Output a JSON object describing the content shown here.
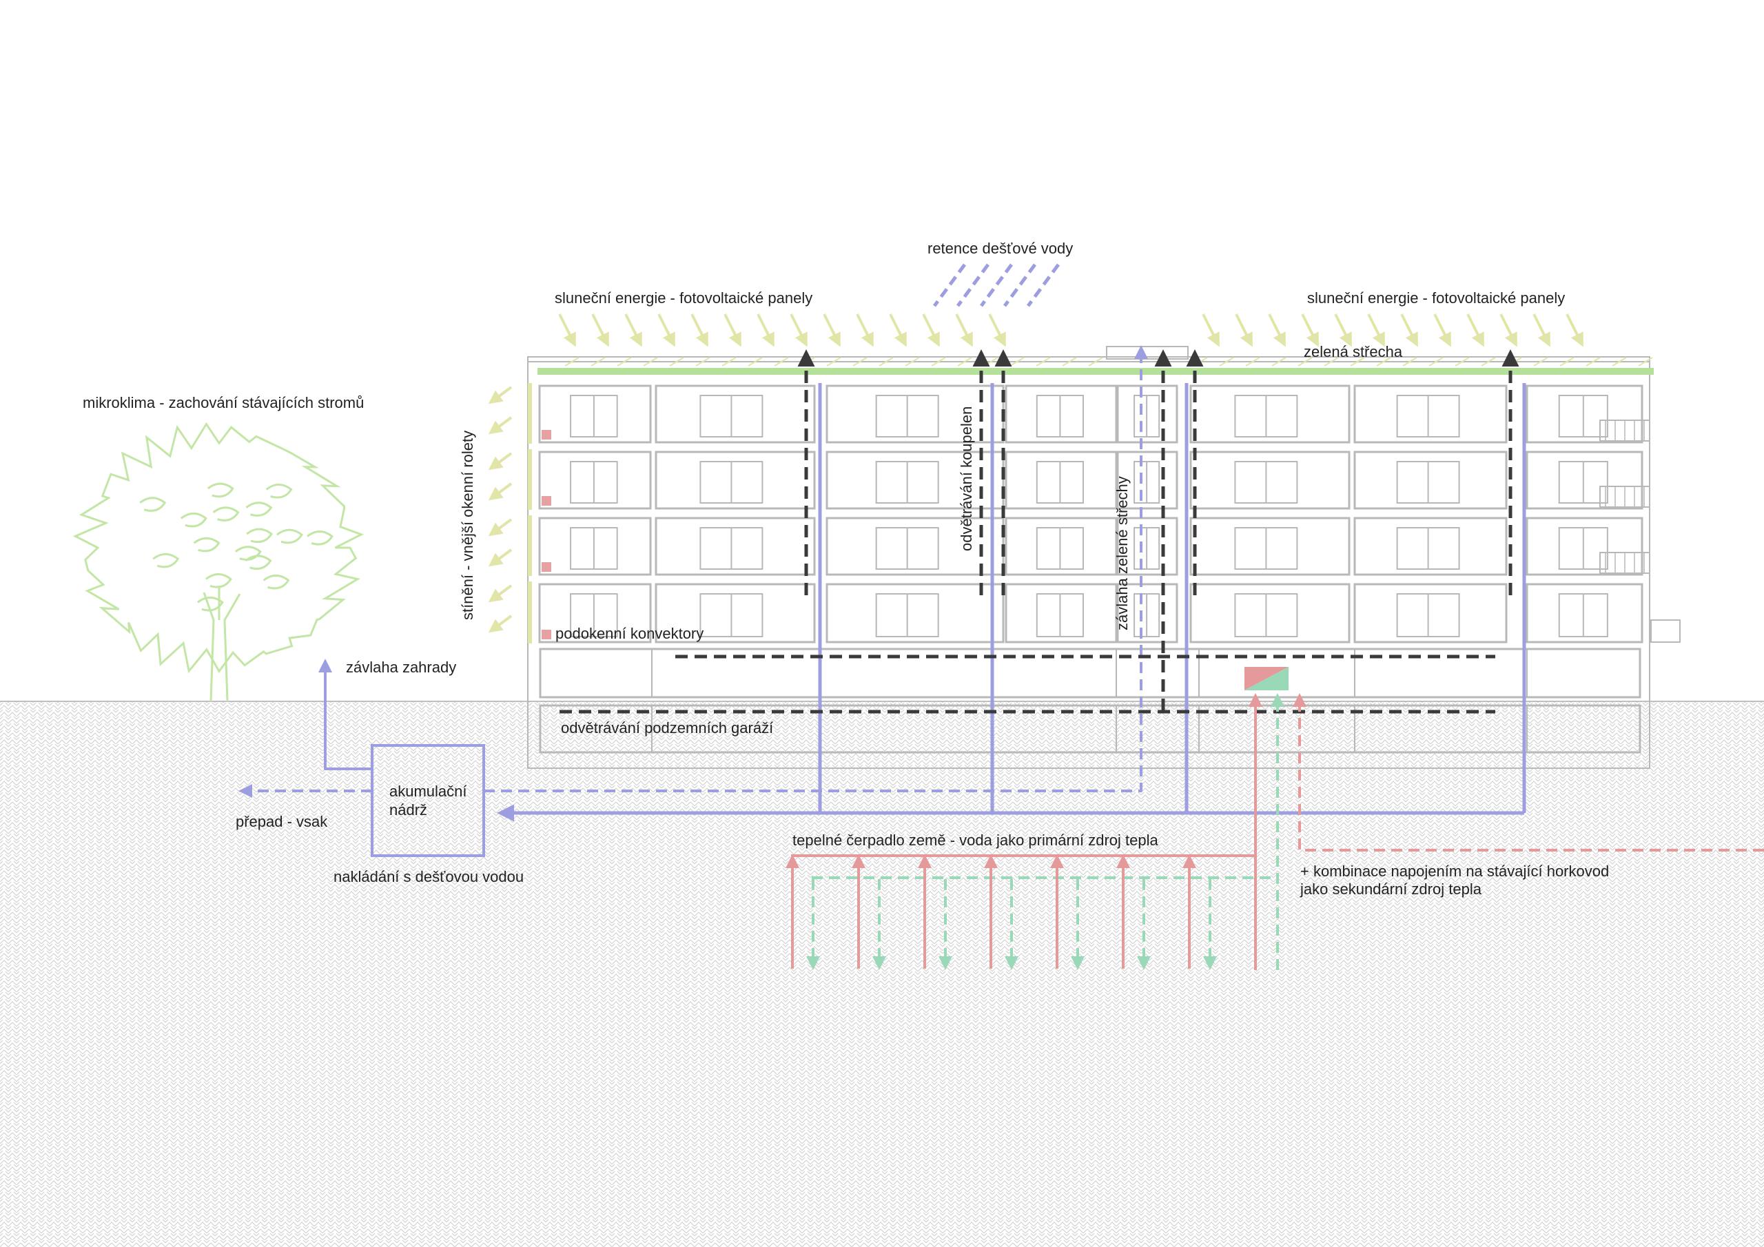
{
  "colors": {
    "structure": "#b8b8b8",
    "ground_hatch": "#cfcfcf",
    "green": "#c3e6a6",
    "green_roof": "#b5e09a",
    "solar": "#e1e6a8",
    "water": "#9d9ee0",
    "exhaust": "#3a3a3a",
    "heat": "#e49a9a",
    "return": "#9ad9b7",
    "convector": "#e6a1a1"
  },
  "labels": {
    "rain_retention": "retence dešťové vody",
    "solar_left": "sluneční energie - fotovoltaické panely",
    "solar_right": "sluneční energie - fotovoltaické panely",
    "green_roof": "zelená střecha",
    "microclimate": "mikroklima - zachování stávajících stromů",
    "shading": "stínění - vnější okenní rolety",
    "bathroom_vent": "odvětrávání koupelen",
    "roof_irrigation": "závlaha zelené střechy",
    "convectors": "podokenní konvektory",
    "garden_irrigation": "závlaha zahrady",
    "garage_vent": "odvětrávání podzemních garáží",
    "tank_line1": "akumulační",
    "tank_line2": "nádrž",
    "overflow": "přepad - vsak",
    "rainwater_handling": "nakládání s dešťovou vodou",
    "heat_pump": "tepelné čerpadlo země - voda jako primární zdroj tepla",
    "district_heat_line1": "+ kombinace napojením na stávající horkovod",
    "district_heat_line2": "jako sekundární zdroj tepla"
  }
}
